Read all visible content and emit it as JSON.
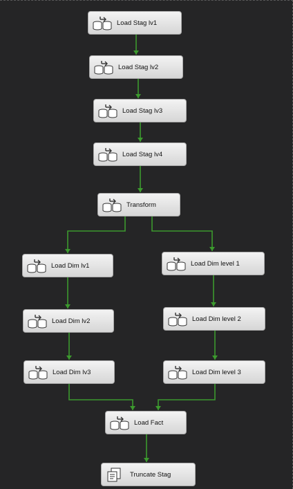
{
  "tasks": {
    "load_stag_lv1": {
      "label": "Load Stag lv1",
      "icon": "data-flow-task-icon"
    },
    "load_stag_lv2": {
      "label": "Load Stag lv2",
      "icon": "data-flow-task-icon"
    },
    "load_stag_lv3": {
      "label": "Load Stag lv3",
      "icon": "data-flow-task-icon"
    },
    "load_stag_lv4": {
      "label": "Load Stag lv4",
      "icon": "data-flow-task-icon"
    },
    "transform": {
      "label": "Transform",
      "icon": "data-flow-task-icon"
    },
    "load_dim_lv1": {
      "label": "Load Dim lv1",
      "icon": "data-flow-task-icon"
    },
    "load_dim_lv2": {
      "label": "Load Dim lv2",
      "icon": "data-flow-task-icon"
    },
    "load_dim_lv3": {
      "label": "Load Dim lv3",
      "icon": "data-flow-task-icon"
    },
    "load_dim_level_1": {
      "label": "Load Dim level 1",
      "icon": "data-flow-task-icon"
    },
    "load_dim_level_2": {
      "label": "Load Dim level 2",
      "icon": "data-flow-task-icon"
    },
    "load_dim_level_3": {
      "label": "Load Dim level 3",
      "icon": "data-flow-task-icon"
    },
    "load_fact": {
      "label": "Load Fact",
      "icon": "data-flow-task-icon"
    },
    "truncate_stag": {
      "label": "Truncate Stag",
      "icon": "execute-sql-task-icon"
    }
  },
  "colors": {
    "connector": "#3c9a2e",
    "canvas": "#252526"
  }
}
